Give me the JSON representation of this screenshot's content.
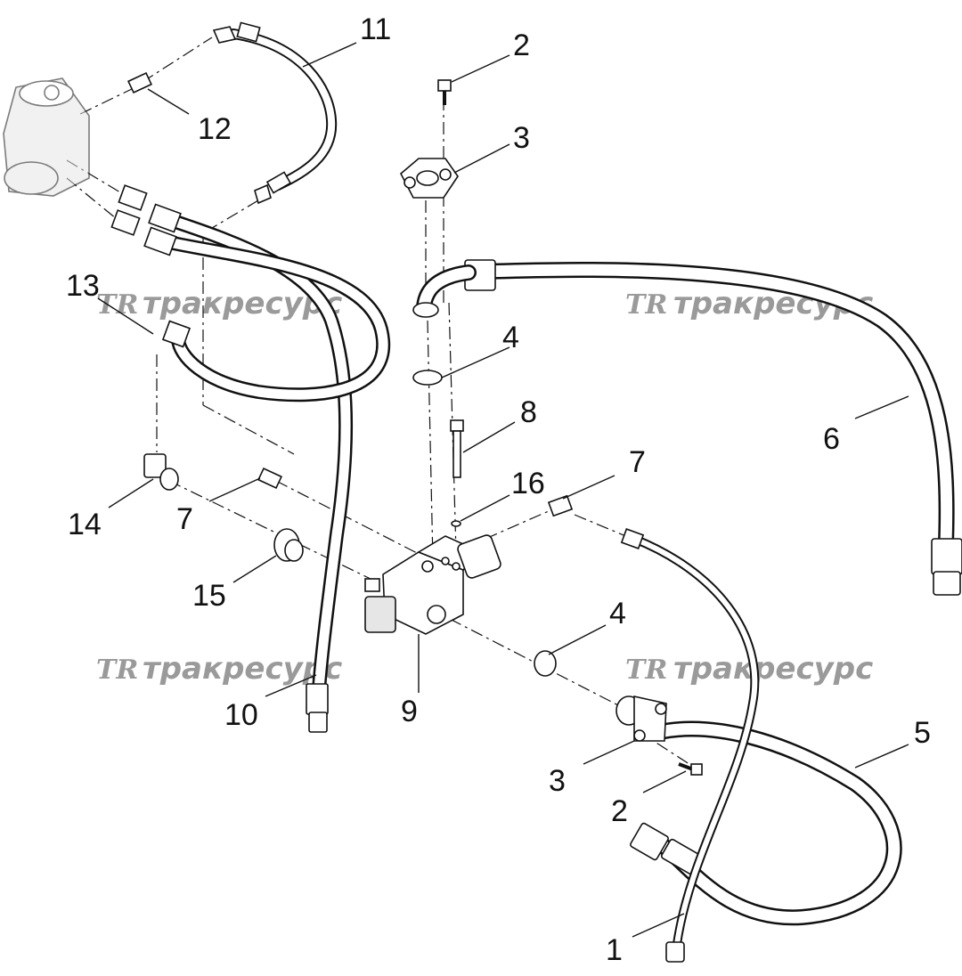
{
  "watermark": {
    "logo": "TR",
    "text": "тракресурс"
  },
  "callouts": [
    {
      "id": "c1",
      "label": "1"
    },
    {
      "id": "c2a",
      "label": "2"
    },
    {
      "id": "c2b",
      "label": "2"
    },
    {
      "id": "c3a",
      "label": "3"
    },
    {
      "id": "c3b",
      "label": "3"
    },
    {
      "id": "c4a",
      "label": "4"
    },
    {
      "id": "c4b",
      "label": "4"
    },
    {
      "id": "c5",
      "label": "5"
    },
    {
      "id": "c6",
      "label": "6"
    },
    {
      "id": "c7a",
      "label": "7"
    },
    {
      "id": "c7b",
      "label": "7"
    },
    {
      "id": "c8",
      "label": "8"
    },
    {
      "id": "c9",
      "label": "9"
    },
    {
      "id": "c10",
      "label": "10"
    },
    {
      "id": "c11",
      "label": "11"
    },
    {
      "id": "c12",
      "label": "12"
    },
    {
      "id": "c13",
      "label": "13"
    },
    {
      "id": "c14",
      "label": "14"
    },
    {
      "id": "c15",
      "label": "15"
    },
    {
      "id": "c16",
      "label": "16"
    }
  ]
}
